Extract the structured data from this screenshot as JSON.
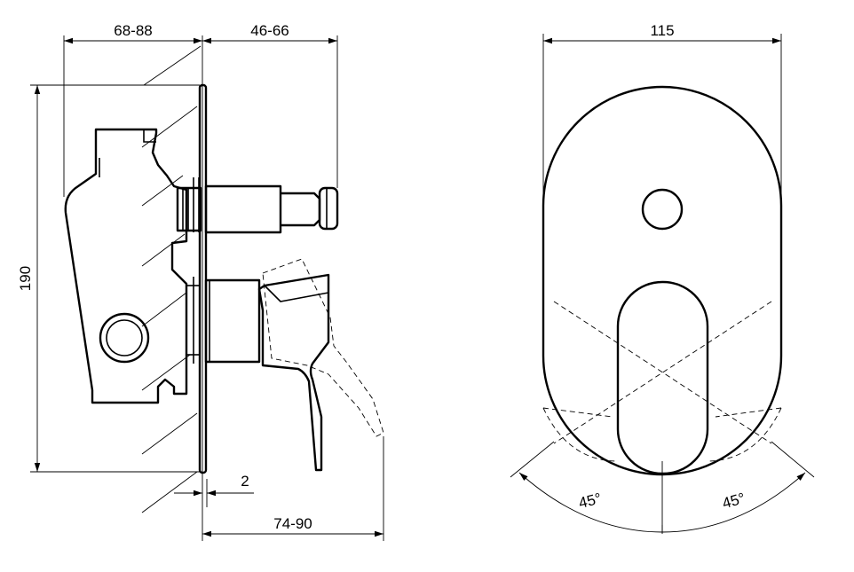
{
  "dimensions": {
    "depth_body": "68-88",
    "depth_cover": "46-66",
    "height": "190",
    "plate": "2",
    "lever_reach": "74-90",
    "width": "115",
    "angle_left": "45°",
    "angle_right": "45°"
  }
}
